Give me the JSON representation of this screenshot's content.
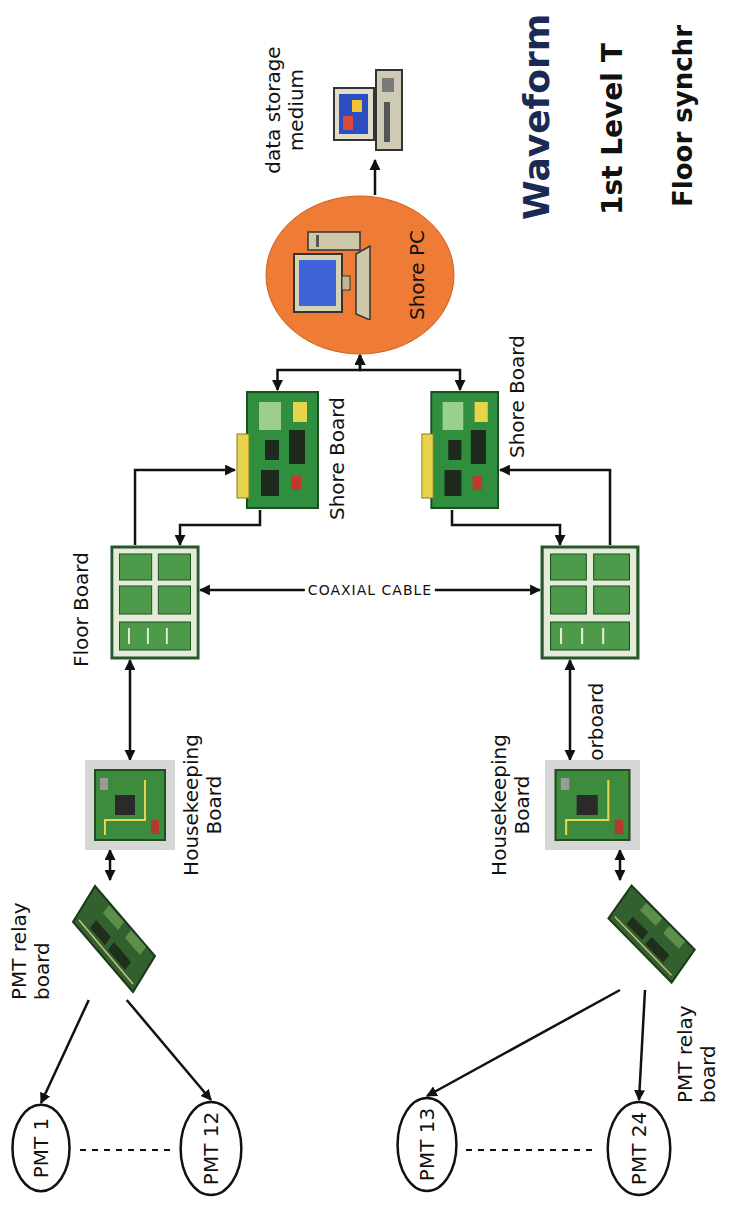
{
  "diagram": {
    "nodes": [
      {
        "text": [
          "PMT 1"
        ]
      },
      {
        "text": [
          "PMT 12"
        ]
      },
      {
        "text": [
          "PMT relay board"
        ]
      },
      {
        "text": [
          "Housekeeping Board"
        ]
      },
      {
        "text": [
          "Floor Board"
        ]
      },
      {
        "text": [
          "Shore Board"
        ]
      },
      {
        "text": [
          "Shore PC"
        ]
      },
      {
        "text": [
          "data storage medium"
        ]
      },
      {
        "text": [
          "Shore Board"
        ]
      },
      {
        "text": [
          "Floorboard"
        ]
      },
      {
        "text": [
          "Housekeeping Board"
        ]
      },
      {
        "text": [
          "PMT relay board"
        ]
      },
      {
        "text": [
          "PMT 13"
        ]
      },
      {
        "text": [
          "PMT 24"
        ]
      }
    ],
    "edges": [
      {
        "from": 2,
        "to": 0,
        "arrow": "to"
      },
      {
        "from": 2,
        "to": 1,
        "arrow": "to"
      },
      {
        "from": 2,
        "to": 3,
        "arrow": "both"
      },
      {
        "from": 3,
        "to": 4,
        "arrow": "both"
      },
      {
        "from": 4,
        "to": 5,
        "arrow": "to"
      },
      {
        "from": 5,
        "to": 4,
        "arrow": "to"
      },
      {
        "from": 6,
        "to": 5,
        "arrow": "both"
      },
      {
        "from": 6,
        "to": 8,
        "arrow": "both"
      },
      {
        "from": 6,
        "to": 7,
        "arrow": "to"
      },
      {
        "from": 4,
        "to": 9,
        "label": "COAXIAL CABLE",
        "arrow": "both"
      },
      {
        "from": 8,
        "to": 9,
        "arrow": "to"
      },
      {
        "from": 9,
        "to": 8,
        "arrow": "to"
      },
      {
        "from": 10,
        "to": 9,
        "arrow": "both"
      },
      {
        "from": 11,
        "to": 10,
        "arrow": "both"
      },
      {
        "from": 11,
        "to": 12,
        "arrow": "to"
      },
      {
        "from": 11,
        "to": 13,
        "arrow": "to"
      }
    ],
    "labels": [
      "Waveform",
      "1st Level T",
      "Floor synchr"
    ]
  }
}
